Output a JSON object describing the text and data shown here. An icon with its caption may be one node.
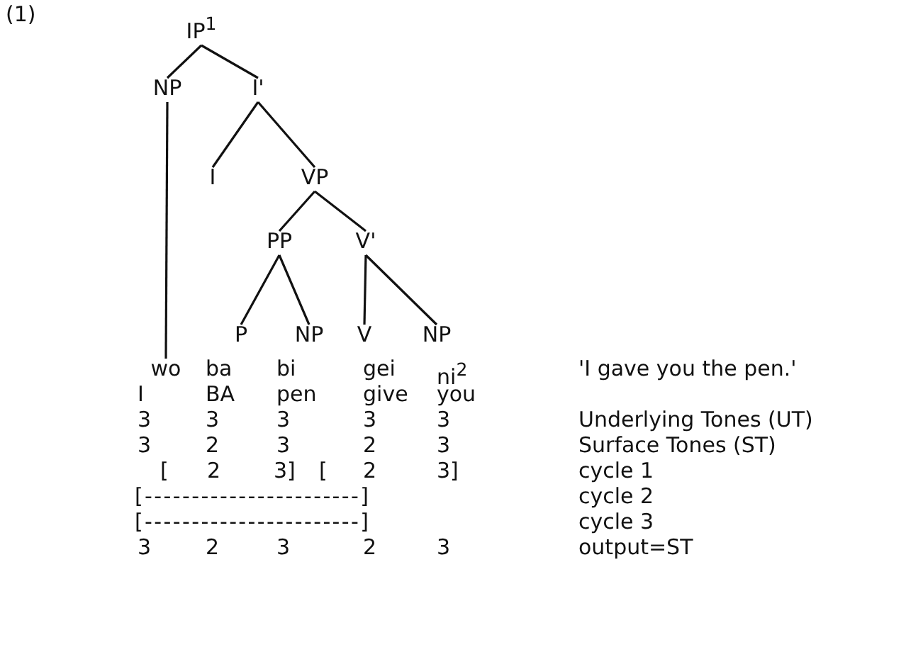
{
  "diagram": {
    "nodes": [
      {
        "text": [
          "IP$^{1}$"
        ]
      },
      {
        "text": [
          "NP"
        ]
      },
      {
        "text": [
          "I'"
        ]
      },
      {
        "text": [
          "I"
        ]
      },
      {
        "text": [
          "VP"
        ]
      },
      {
        "text": [
          "PP"
        ]
      },
      {
        "text": [
          "V'"
        ]
      },
      {
        "text": [
          "P"
        ]
      },
      {
        "text": [
          "NP"
        ]
      },
      {
        "text": [
          "V"
        ]
      },
      {
        "text": [
          "NP"
        ]
      },
      {
        "text": [
          "wo"
        ]
      }
    ],
    "edges": [
      {
        "from": 0,
        "to": 1,
        "arrow": "none"
      },
      {
        "from": 0,
        "to": 2,
        "arrow": "none"
      },
      {
        "from": 1,
        "to": 11,
        "arrow": "none"
      },
      {
        "from": 2,
        "to": 3,
        "arrow": "none"
      },
      {
        "from": 2,
        "to": 4,
        "arrow": "none"
      },
      {
        "from": 4,
        "to": 5,
        "arrow": "none"
      },
      {
        "from": 4,
        "to": 6,
        "arrow": "none"
      },
      {
        "from": 5,
        "to": 7,
        "arrow": "none"
      },
      {
        "from": 5,
        "to": 8,
        "arrow": "none"
      },
      {
        "from": 6,
        "to": 9,
        "arrow": "none"
      },
      {
        "from": 6,
        "to": 10,
        "arrow": "none"
      }
    ],
    "labels": [
      "(1)",
      "ba",
      "bi",
      "gei",
      "ni$^{2}$",
      "'I gave you the pen.'",
      "I",
      "BA",
      "pen",
      "give",
      "you",
      "3",
      "3",
      "3",
      "3",
      "3",
      "Underlying Tones (UT)",
      "3",
      "2",
      "3",
      "2",
      "3",
      "Surface Tones (ST)",
      "[",
      "2",
      "3]",
      "[",
      "2",
      "3]",
      "cycle 1",
      "[-----------------------]",
      "cycle 2",
      "[-----------------------]",
      "cycle 3",
      "3",
      "2",
      "3",
      "2",
      "3",
      "output=ST"
    ]
  }
}
